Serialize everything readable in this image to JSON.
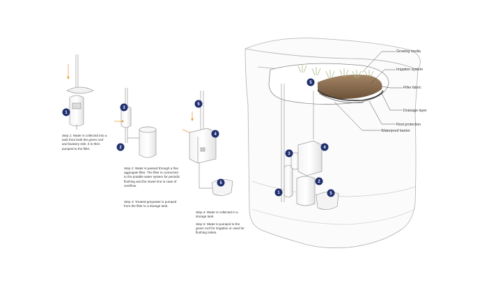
{
  "steps": {
    "s1": {
      "label": "Step 1:",
      "text": "Water is collected into a tank from both the green roof and lavatory sink. It is then pumped to the filter."
    },
    "s2": {
      "label": "Step 2:",
      "text": "Water is passed through a fine aggregate filter. The filter is connected to the potable water system for periodic flushing and the sewer line in case of overflow."
    },
    "s3": {
      "label": "Step 3:",
      "text": "Treated greywater is pumped from the filter to a storage tank."
    },
    "s4": {
      "label": "Step 4:",
      "text": "Water is collected in a storage tank."
    },
    "s5": {
      "label": "Step 5:",
      "text": "Water is pumped to the green roof for irrigation or used for flushing toilets."
    }
  },
  "callouts": {
    "growing_media": "Growing media",
    "irrigation_system": "Irrigation system",
    "filter_fabric": "Filter fabric",
    "drainage_layer": "Drainage layer",
    "root_protection": "Root protection",
    "waterproof_barrier": "Waterproof barrier"
  },
  "markers": {
    "m1": "1",
    "m2": "2",
    "m3": "3",
    "m4": "4",
    "m5": "5"
  },
  "colors": {
    "marker": "#1f2e6e",
    "flow_arrow": "#e8a040",
    "outline": "#9a9a9a",
    "plant": "#b9c79a",
    "soil": "#8a6d4b"
  }
}
